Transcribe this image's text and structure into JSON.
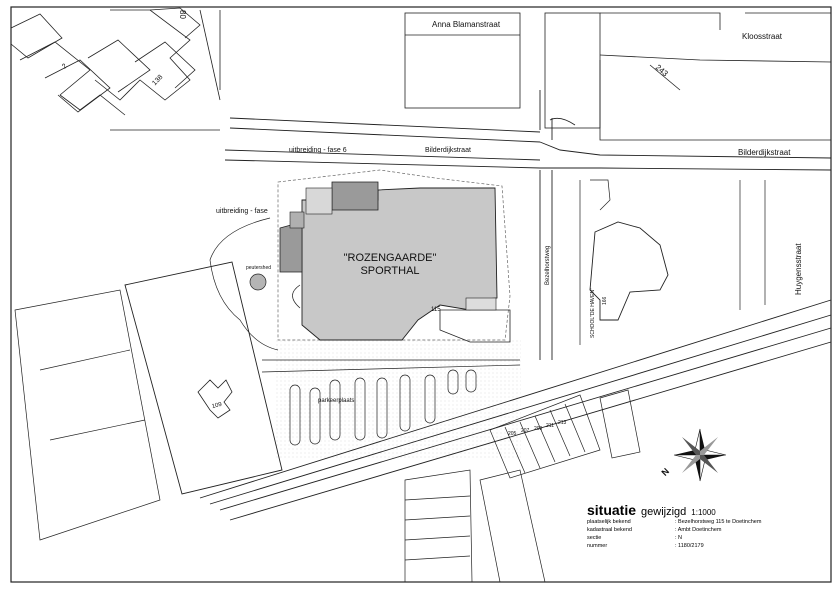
{
  "streets": {
    "anna_blaman": "Anna Blamanstraat",
    "kloos": "Kloosstraat",
    "bilderdijk_left": "Bilderdijkstraat",
    "bilderdijk_right": "Bilderdijkstraat",
    "huygens": "Huygensstraat",
    "bezelhorst": "Bezelhorstweg"
  },
  "labels": {
    "extension_phase6": "uitbreiding - fase 6",
    "extension_phase": "uitbreiding - fase",
    "sports_hall_line1": "\"ROZENGAARDE\"",
    "sports_hall_line2": "SPORTHAL",
    "school": "SCHOOL\"DE HAVEN\"",
    "parking": "parkeerplaats",
    "pavilion": "peutershed",
    "n_arrow": "N"
  },
  "house_numbers": {
    "n80": "80",
    "n2": "2",
    "n138": "138",
    "n243": "243",
    "n115": "115",
    "n166": "166",
    "n109": "109",
    "n205": "205",
    "n207": "207",
    "n209": "209",
    "n211": "211",
    "n213": "213"
  },
  "title_block": {
    "title": "situatie",
    "subtitle": "gewijzigd",
    "scale": "1:1000",
    "rows": [
      {
        "key": "plaatselijk bekend",
        "value": ": Bezelhorstweg 115 te Doetinchem"
      },
      {
        "key": "kadastraal bekend",
        "value": ": Ambt Doetinchem"
      },
      {
        "key": "sectie",
        "value": ": N"
      },
      {
        "key": "nummer",
        "value": ": 1180/2179"
      }
    ]
  },
  "colors": {
    "line": "#222222",
    "hall_fill": "#c8c8c8",
    "extension_fill": "#9a9a9a",
    "hatch": "#cfcfcf"
  }
}
